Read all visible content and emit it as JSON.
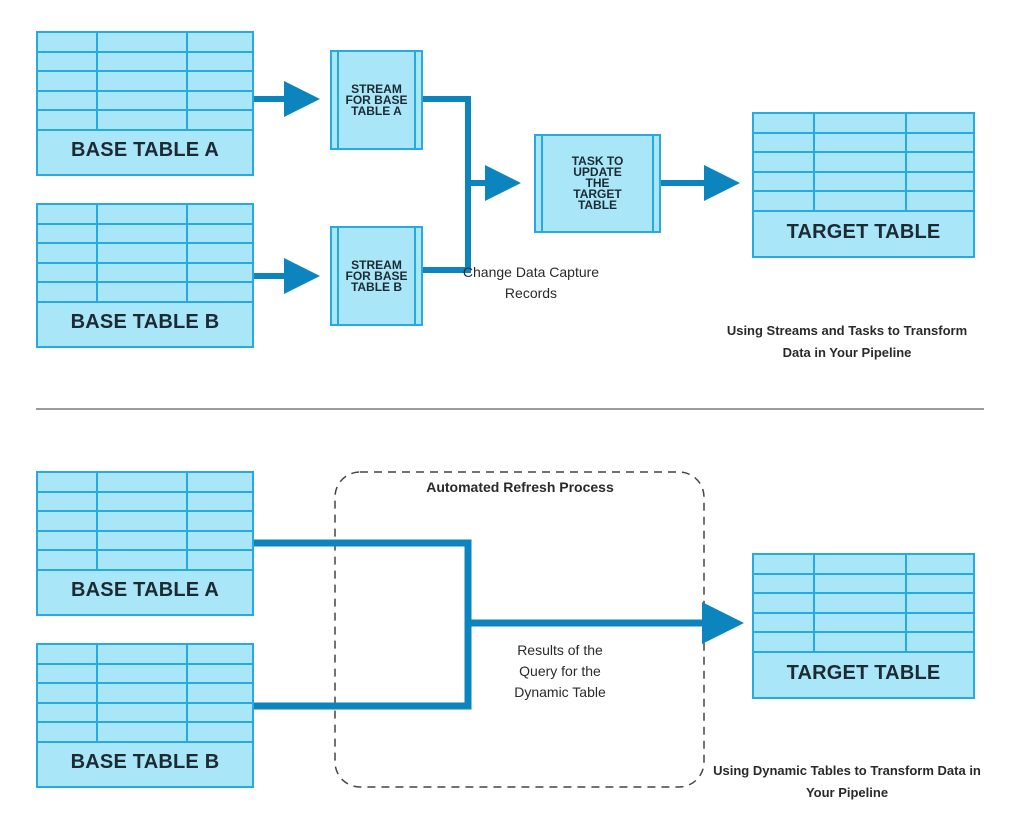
{
  "top": {
    "base_table_a": "BASE TABLE A",
    "base_table_b": "BASE TABLE B",
    "stream_a": "STREAM FOR BASE TABLE A",
    "stream_b": "STREAM FOR BASE TABLE B",
    "task": "TASK TO UPDATE THE TARGET TABLE",
    "target_table": "TARGET TABLE",
    "cdc_label": "Change Data Capture Records",
    "caption": "Using Streams and Tasks to Transform Data in Your Pipeline"
  },
  "bottom": {
    "base_table_a": "BASE TABLE A",
    "base_table_b": "BASE TABLE B",
    "process_label": "Automated Refresh Process",
    "results_label": "Results of the Query for the Dynamic Table",
    "target_table": "TARGET TABLE",
    "caption": "Using Dynamic Tables to Transform Data in Your Pipeline"
  },
  "colors": {
    "table_fill": "#a8e6f8",
    "table_border": "#27a9e1",
    "arrow": "#0c84bd",
    "divider": "#9a9a9a",
    "dashed_border": "#444444"
  }
}
